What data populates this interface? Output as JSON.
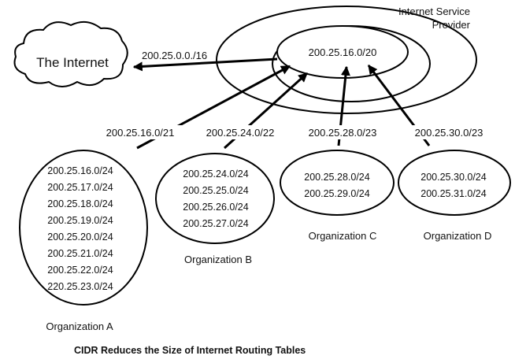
{
  "isp": {
    "label_line1": "Internet Service",
    "label_line2": "Provider",
    "aggregate_prefix": "200.25.16.0/20"
  },
  "internet": {
    "label": "The Internet",
    "route_label": "200.25.0.0./16"
  },
  "organizations": [
    {
      "name": "Organization A",
      "route": "200.25.16.0/21",
      "subnets": [
        "200.25.16.0/24",
        "200.25.17.0/24",
        "200.25.18.0/24",
        "200.25.19.0/24",
        "200.25.20.0/24",
        "200.25.21.0/24",
        "200.25.22.0/24",
        "220.25.23.0/24"
      ]
    },
    {
      "name": "Organization B",
      "route": "200.25.24.0/22",
      "subnets": [
        "200.25.24.0/24",
        "200.25.25.0/24",
        "200.25.26.0/24",
        "200.25.27.0/24"
      ]
    },
    {
      "name": "Organization C",
      "route": "200.25.28.0/23",
      "subnets": [
        "200.25.28.0/24",
        "200.25.29.0/24"
      ]
    },
    {
      "name": "Organization D",
      "route": "200.25.30.0/23",
      "subnets": [
        "200.25.30.0/24",
        "200.25.31.0/24"
      ]
    }
  ],
  "caption": "CIDR Reduces the Size of Internet Routing Tables"
}
